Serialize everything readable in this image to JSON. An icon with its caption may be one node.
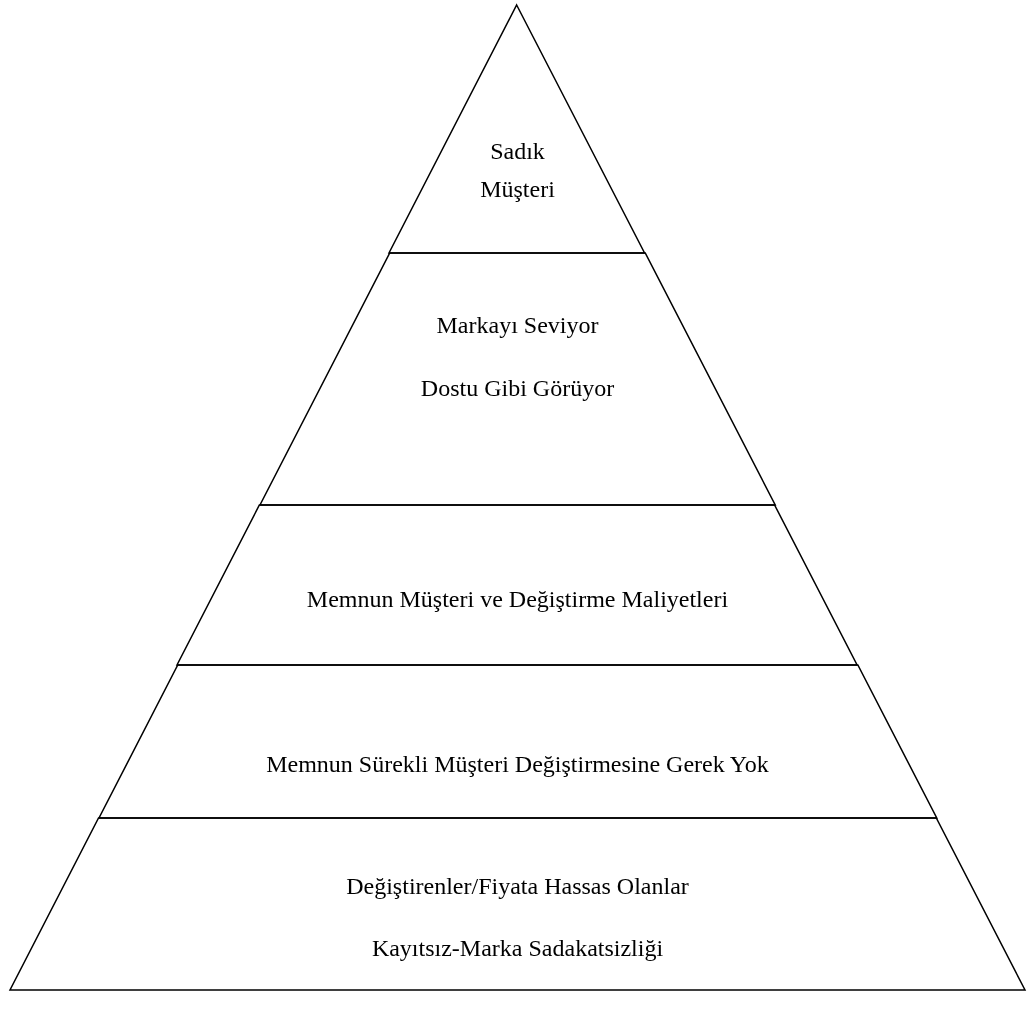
{
  "diagram": {
    "nodes": [
      {
        "text": [
          "Sadık Müşteri"
        ]
      },
      {
        "text": [
          "Markayı Seviyor",
          "Dostu Gibi Görüyor"
        ]
      },
      {
        "text": [
          "Memnun Müşteri ve Değiştirme Maliyetleri"
        ]
      },
      {
        "text": [
          "Memnun Sürekli Müşteri Değiştirmesine Gerek Yok"
        ]
      },
      {
        "text": [
          "Değiştirenler/Fiyata Hassas Olanlar",
          "Kayıtsız-Marka Sadakatsizliği"
        ]
      }
    ]
  }
}
